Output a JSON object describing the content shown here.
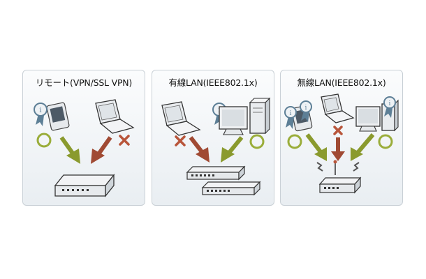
{
  "panels": [
    {
      "title": "リモート(VPN/SSL VPN)"
    },
    {
      "title": "有線LAN(IEEE802.1x)"
    },
    {
      "title": "無線LAN(IEEE802.1x)"
    }
  ],
  "colors": {
    "allowed_arrow": "#8a9a2e",
    "blocked_arrow": "#a04a33",
    "ok_circle": "#9aad3a",
    "deny_mark": "#b8553a",
    "certificate_badge": "#5d7f96",
    "panel_border": "#c9d0d6"
  },
  "icons": {
    "ok_mark": "circle",
    "deny_mark": "cross",
    "certificate": "ribbon-badge"
  }
}
